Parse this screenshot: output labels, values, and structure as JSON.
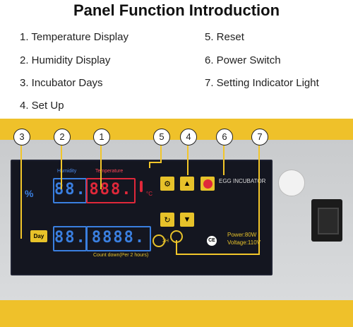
{
  "title": "Panel Function Introduction",
  "items": [
    "1. Temperature Display",
    "2. Humidity Display",
    "3. Incubator Days",
    "4. Set Up",
    "5. Reset",
    "6. Power Switch",
    "7. Setting Indicator Light"
  ],
  "callouts": [
    "3",
    "2",
    "1",
    "5",
    "4",
    "6",
    "7"
  ],
  "panel": {
    "humidity_label": "Humidity",
    "temperature_label": "Temperature",
    "humidity_value": "88.",
    "temperature_value": "888.",
    "days_value": "88.",
    "countdown_value": "8888.",
    "day_label": "Day",
    "countdown_label": "Count down(Per 2 hours)",
    "egg_incubator_label": "EGG INCUBATOR",
    "power_label": "Power:80W",
    "voltage_label": "Voltage:110V",
    "unit_c": "°C",
    "x2h_label": "2H",
    "ce_mark": "CE"
  },
  "colors": {
    "accent": "#efc12a",
    "red_display": "#e0283a",
    "blue_display": "#3a7fe0"
  }
}
